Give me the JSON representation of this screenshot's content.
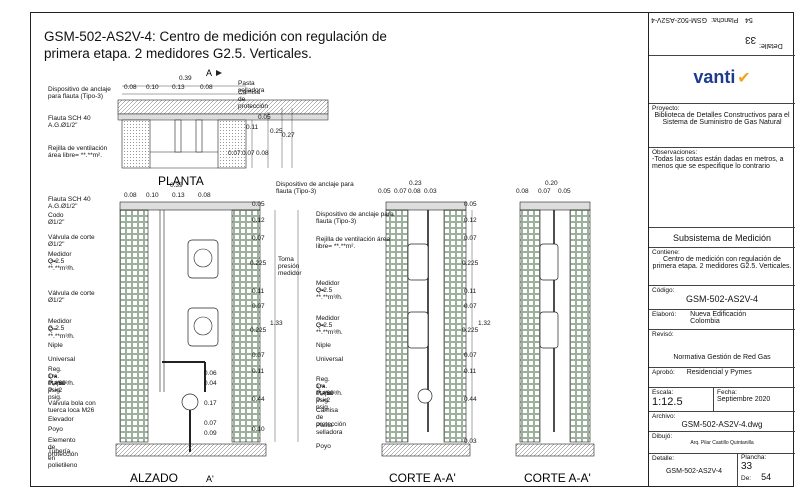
{
  "title": "GSM-502-AS2V-4: Centro de medición con regulación de primera etapa.  2 medidores G2.5. Verticales.",
  "views": {
    "planta": "PLANTA",
    "alzado": "ALZADO",
    "corte1": "CORTE A-A'",
    "corte2": "CORTE A-A'",
    "section_mark_a": "A",
    "section_mark_a2": "A'"
  },
  "planta_labels": {
    "anclaje": "Dispositivo de anclaje para flauta (Tipo-3)",
    "flauta": "Flauta SCH 40 A.G.Ø1/2\"",
    "rejilla": "Rejilla de ventilación área libre=      **.**m².",
    "pasta": "Pasta selladora",
    "camisa": "Camisa de protección",
    "dim_top": "0.39",
    "dims_row": [
      "0.08",
      "0.10",
      "0.13",
      "0.08"
    ],
    "dims_vert": [
      "0.11",
      "0.05",
      "0.25",
      "0.27"
    ],
    "dims_low": [
      "0.07",
      "0.07",
      "0.08"
    ]
  },
  "alzado_labels": {
    "flauta": "Flauta SCH 40 A.G.Ø1/2\"",
    "anclaje": "Dispositivo de anclaje para flauta (Tipo-3)",
    "codo": "Codo Ø1/2\"",
    "valvula1": "Válvula de corte Ø1/2\"",
    "medidor1": "Medidor G-2.5",
    "q1": "Q=  **.**m³/h.",
    "valvula2": "Válvula de corte Ø1/2\"",
    "medidor2": "Medidor G-2.5",
    "q2": "Q=  **.**m³/h.",
    "niple": "Niple",
    "universal": "Universal",
    "reg": "Reg. 1ra. etapa",
    "reg_q": "Q= **.**m³/h.",
    "reg_pe": "Pₑ=60 psig.",
    "reg_ps": "Pₛ=2 psig.",
    "valvula_bola": "Válvula bola con tuerca loca M26",
    "elevador": "Elevador",
    "poyo": "Poyo",
    "elemento": "Elemento de protección",
    "tuberia": "Tubería en polietileno",
    "toma": "Toma presión medidor",
    "dim_top": "0.39",
    "dims_row": [
      "0.08",
      "0.10",
      "0.13",
      "0.08"
    ],
    "dims_right": [
      "0.05",
      "0.12",
      "0.07",
      "0.225",
      "0.11",
      "0.07",
      "0.225",
      "0.07",
      "0.11",
      "0.44",
      "0.10"
    ],
    "dim_total": "1.33",
    "dims_inner": [
      "0.06",
      "0.04",
      "0.17",
      "0.07",
      "0.09"
    ]
  },
  "corte1_labels": {
    "anclaje": "Dispositivo de anclaje para flauta (Tipo-3)",
    "rejilla": "Rejilla de ventilación área libre= **.**m².",
    "medidor1": "Medidor G-2.5",
    "q1": "Q=  **.**m³/h.",
    "medidor2": "Medidor G-2.5",
    "q2": "Q=  **.**m³/h.",
    "niple": "Niple",
    "universal": "Universal",
    "reg": "Reg. 1ra. etapa",
    "reg_q": "Q= **.**m³/h.",
    "reg_pe": "Pₑ=60 psig.",
    "reg_ps": "Pₛ=2 psig.",
    "camisa": "Camisa de protección",
    "pasta": "Pasta selladora",
    "poyo": "Poyo",
    "dim_top": "0.23",
    "dims_row": [
      "0.05",
      "0.07",
      "0.08",
      "0.03"
    ],
    "dims_right": [
      "0.05",
      "0.12",
      "0.07",
      "0.225",
      "0.11",
      "0.07",
      "0.225",
      "0.07",
      "0.11",
      "0.44",
      "0.03"
    ],
    "dim_total": "1.32"
  },
  "corte2_labels": {
    "dim_top": "0.20",
    "dims_row": [
      "0.08",
      "0.07",
      "0.05"
    ]
  },
  "panel": {
    "detalle_label": "Detalle:",
    "detalle_value": "GSM-502-AS2V-4",
    "plancha_label": "Plancha:",
    "plancha_value": "33",
    "num_value": "54",
    "logo": "vanti",
    "proyecto_label": "Proyecto:",
    "proyecto_value": "Biblioteca de Detalles Constructivos para el Sistema de Suministro de Gas Natural",
    "obs_label": "Observaciones:",
    "obs_value": "-Todas las cotas están dadas en metros, a menos que se especifique lo contrario",
    "subsistema": "Subsistema de Medición",
    "contiene_label": "Contiene:",
    "contiene_value": "Centro de medición con regulación de primera etapa. 2 medidores G2.5. Verticales.",
    "codigo_label": "Código:",
    "codigo_value": "GSM-502-AS2V-4",
    "elaboro_label": "Elaboró:",
    "elaboro_value": "Nueva Edificación Colombia",
    "reviso_label": "Revisó:",
    "reviso_value": "Normativa Gestión de Red Gas",
    "aprobo_label": "Aprobó:",
    "aprobo_value": "Residencial y Pymes",
    "escala_label": "Escala:",
    "escala_value": "1:12.5",
    "fecha_label": "Fecha:",
    "fecha_value": "Septiembre 2020",
    "archivo_label": "Archivo:",
    "archivo_value": "GSM-502-AS2V-4.dwg",
    "dibujo_label": "Dibujó:",
    "dibujo_value": "Arq. Pilar Castillo Quintanilla",
    "detalle2_label": "Detalle:",
    "detalle2_value": "GSM-502-AS2V-4",
    "plancha2_label": "Plancha:",
    "plancha2_value": "33",
    "de_label": "De:",
    "de_value": "54"
  },
  "colors": {
    "logo_blue": "#1f3b8c",
    "logo_check": "#f2a51c",
    "wall": "#5a7d5a",
    "line": "#222222"
  }
}
